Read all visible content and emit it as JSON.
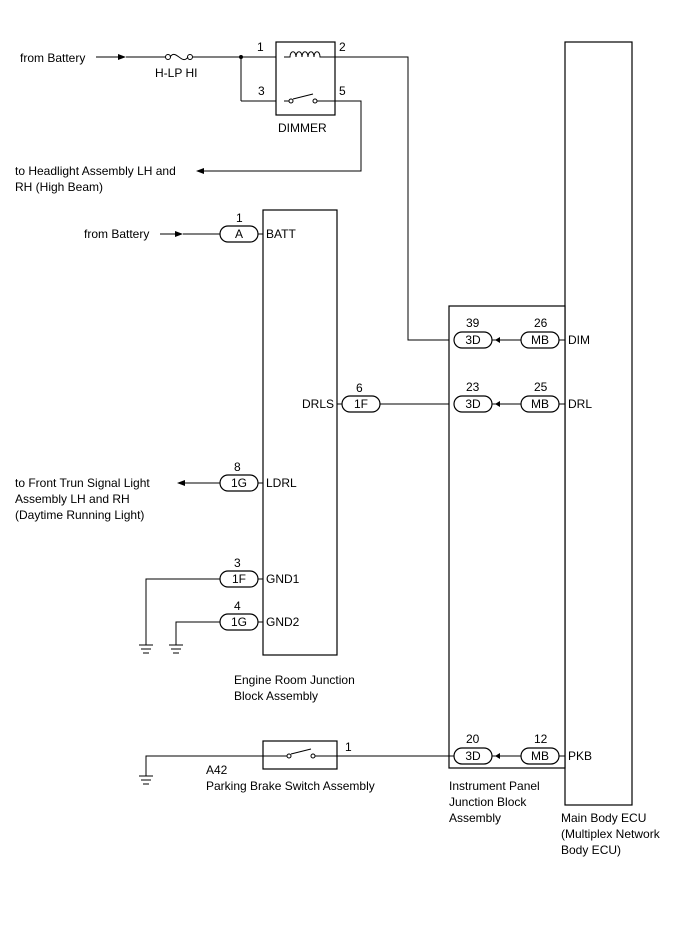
{
  "battery_top": {
    "label": "from Battery"
  },
  "fuse": {
    "label": "H-LP HI"
  },
  "dimmer": {
    "label": "DIMMER",
    "pin1": "1",
    "pin2": "2",
    "pin3": "3",
    "pin5": "5"
  },
  "headlight": {
    "line1": "to Headlight Assembly LH and",
    "line2": "RH (High Beam)"
  },
  "battery_mid": {
    "label": "from Battery",
    "pin": "1",
    "connector": "A",
    "terminal": "BATT"
  },
  "engine_jb": {
    "label_line1": "Engine Room Junction",
    "label_line2": "Block Assembly",
    "drls": {
      "terminal": "DRLS",
      "pin": "6",
      "connector": "1F"
    },
    "ldrl": {
      "terminal": "LDRL",
      "pin": "8",
      "connector": "1G"
    },
    "gnd1": {
      "terminal": "GND1",
      "pin": "3",
      "connector": "1F"
    },
    "gnd2": {
      "terminal": "GND2",
      "pin": "4",
      "connector": "1G"
    }
  },
  "front_turn": {
    "line1": "to Front Trun Signal Light",
    "line2": "Assembly LH and RH",
    "line3": "(Daytime Running Light)"
  },
  "ip_jb": {
    "label_line1": "Instrument Panel",
    "label_line2": "Junction Block",
    "label_line3": "Assembly",
    "rows": [
      {
        "left_pin": "39",
        "left_conn": "3D",
        "right_pin": "26",
        "right_conn": "MB",
        "terminal": "DIM"
      },
      {
        "left_pin": "23",
        "left_conn": "3D",
        "right_pin": "25",
        "right_conn": "MB",
        "terminal": "DRL"
      },
      {
        "left_pin": "20",
        "left_conn": "3D",
        "right_pin": "12",
        "right_conn": "MB",
        "terminal": "PKB"
      }
    ]
  },
  "main_ecu": {
    "line1": "Main Body ECU",
    "line2": "(Multiplex Network",
    "line3": "Body ECU)"
  },
  "parking_brake": {
    "code": "A42",
    "label": "Parking Brake Switch Assembly",
    "pin": "1"
  }
}
